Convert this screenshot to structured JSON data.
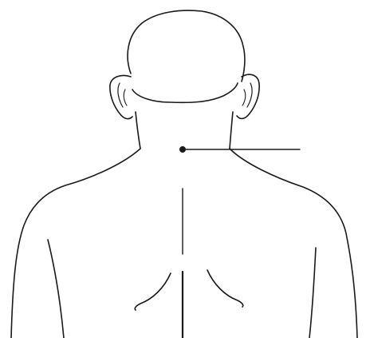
{
  "figure": {
    "subject": "back-of-head-neck-and-upper-back",
    "line_color": "#1a1a1a",
    "background_color": "#ffffff"
  },
  "marker": {
    "shape": "dot",
    "leader_line": "horizontal-to-right"
  }
}
